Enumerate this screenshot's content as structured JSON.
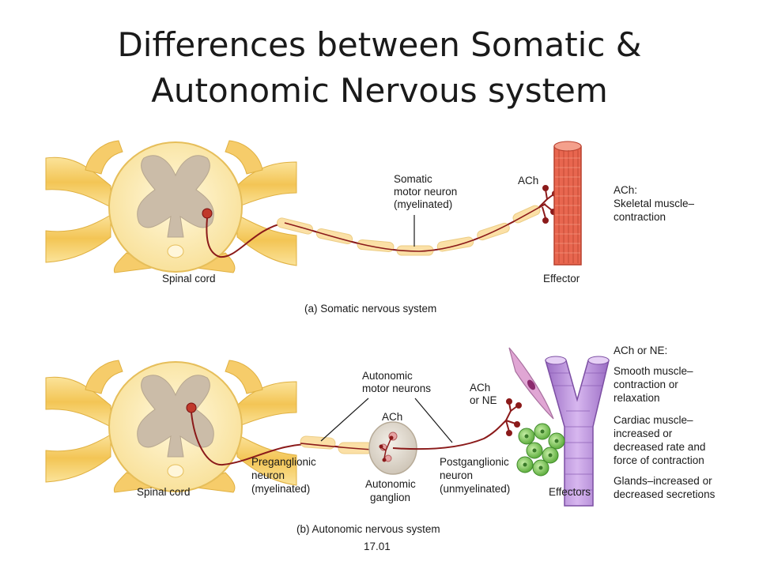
{
  "title": {
    "line1": "Differences between Somatic &",
    "line2": "Autonomic Nervous system"
  },
  "somatic": {
    "spinal_cord": "Spinal cord",
    "neuron_label": [
      "Somatic",
      "motor neuron",
      "(myelinated)"
    ],
    "ach": "ACh",
    "effector": "Effector",
    "effect_label": [
      "ACh:",
      "Skeletal muscle–",
      "contraction"
    ],
    "caption": "(a) Somatic nervous system"
  },
  "autonomic": {
    "spinal_cord": "Spinal cord",
    "motor_neurons": [
      "Autonomic",
      "motor neurons"
    ],
    "ganglion_ach": "ACh",
    "terminal_transmitter": [
      "ACh",
      "or NE"
    ],
    "preganglionic": [
      "Preganglionic",
      "neuron",
      "(myelinated)"
    ],
    "ganglion": [
      "Autonomic",
      "ganglion"
    ],
    "postganglionic": [
      "Postganglionic",
      "neuron",
      "(unmyelinated)"
    ],
    "effectors": "Effectors",
    "effect_labels": {
      "heading": "ACh or NE:",
      "smooth": [
        "Smooth muscle–",
        "contraction or",
        "relaxation"
      ],
      "cardiac": [
        "Cardiac muscle–",
        "increased or",
        "decreased rate and",
        "force of contraction"
      ],
      "glands": [
        "Glands–increased or",
        "decreased secretions"
      ]
    },
    "caption": "(b) Autonomic nervous system"
  },
  "figure_number": "17.01",
  "colors": {
    "nerve_yellow": "#f7d36b",
    "cord_light": "#fdf1c6",
    "grey_matter": "#cfc2b0",
    "axon": "#8b1a1a",
    "muscle_red": "#e8664f",
    "vessel_purple": "#b890d8",
    "gland_green": "#7cc35a"
  }
}
